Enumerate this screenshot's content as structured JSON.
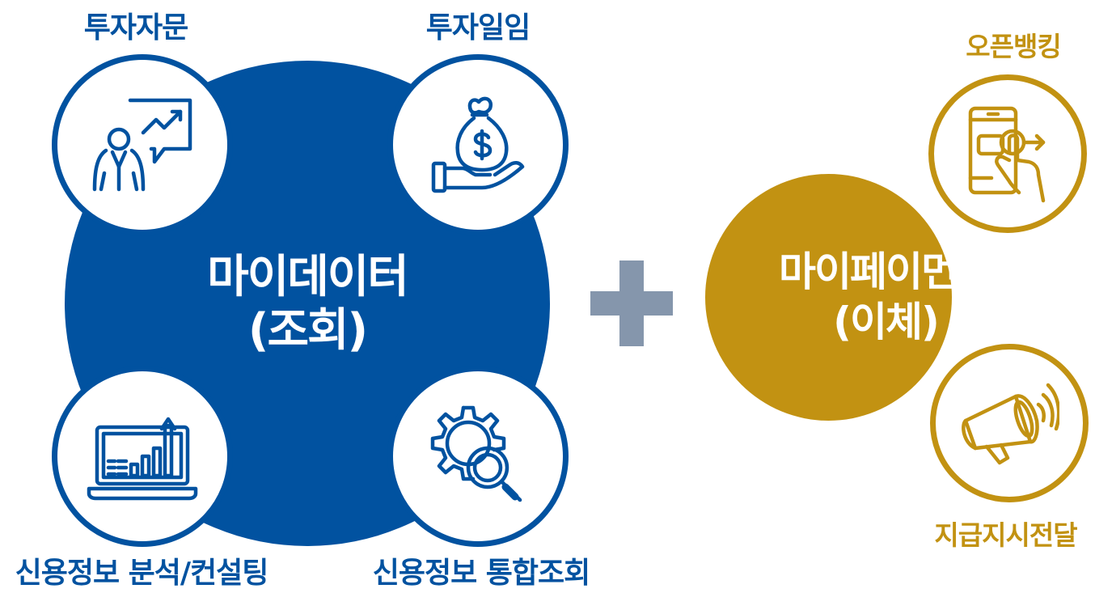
{
  "colors": {
    "blue": "#0152a0",
    "gold": "#c29212",
    "plus_gray": "#8596ac",
    "white": "#ffffff"
  },
  "mydata": {
    "title_line1": "마이데이터",
    "title_line2": "(조회)",
    "services": [
      {
        "label": "투자자문",
        "icon": "presenter-chart-icon"
      },
      {
        "label": "투자일임",
        "icon": "money-bag-hand-icon"
      },
      {
        "label": "신용정보 분석/컨설팅",
        "icon": "laptop-chart-icon"
      },
      {
        "label": "신용정보 통합조회",
        "icon": "gear-magnifier-icon"
      }
    ]
  },
  "operator": {
    "symbol": "+"
  },
  "mypayment": {
    "title_line1": "마이페이먼트",
    "title_line2": "(이체)",
    "services": [
      {
        "label": "오픈뱅킹",
        "icon": "smartphone-tap-icon"
      },
      {
        "label": "지급지시전달",
        "icon": "megaphone-icon"
      }
    ]
  }
}
